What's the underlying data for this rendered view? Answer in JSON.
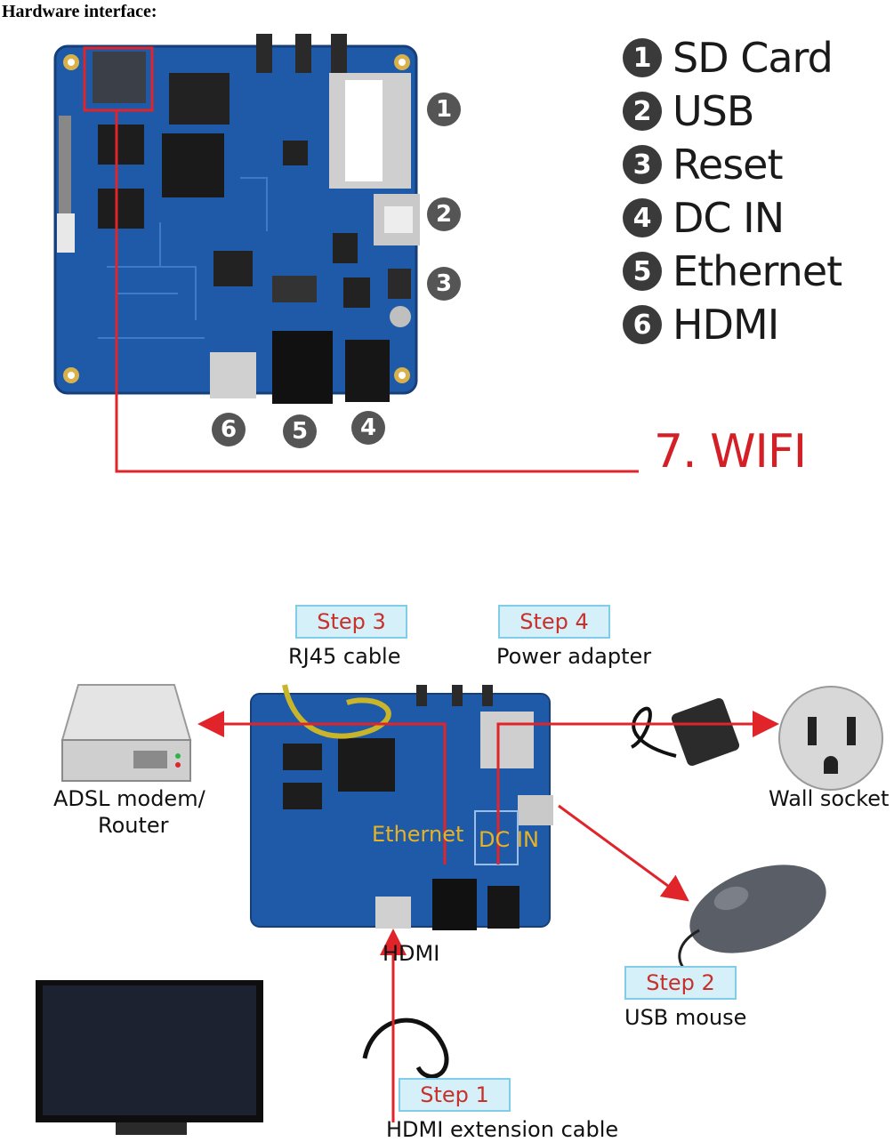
{
  "heading": "Hardware interface:",
  "legend": [
    {
      "num": "1",
      "label": "SD Card"
    },
    {
      "num": "2",
      "label": "USB"
    },
    {
      "num": "3",
      "label": "Reset"
    },
    {
      "num": "4",
      "label": "DC IN"
    },
    {
      "num": "5",
      "label": "Ethernet"
    },
    {
      "num": "6",
      "label": "HDMI"
    }
  ],
  "board_markers": {
    "m1": "1",
    "m2": "2",
    "m3": "3",
    "m4": "4",
    "m5": "5",
    "m6": "6"
  },
  "wifi_label": "7. WIFI",
  "steps": {
    "step1": {
      "tag": "Step 1",
      "caption": "HDMI extension cable"
    },
    "step2": {
      "tag": "Step 2",
      "caption": "USB mouse"
    },
    "step3": {
      "tag": "Step 3",
      "caption": "RJ45 cable"
    },
    "step4": {
      "tag": "Step 4",
      "caption": "Power adapter"
    }
  },
  "devices": {
    "router_line1": "ADSL modem/",
    "router_line2": "Router",
    "wall_socket": "Wall socket",
    "hdmi": "HDMI"
  },
  "board_overlay": {
    "ethernet": "Ethernet",
    "dcin": "DC IN"
  },
  "colors": {
    "board": "#1f5aa8",
    "arrow": "#e0242a",
    "step_bg": "#d6f0fa",
    "step_text": "#c8302a"
  }
}
